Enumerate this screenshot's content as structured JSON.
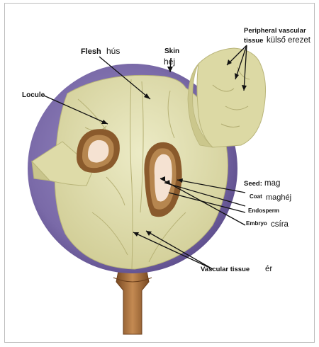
{
  "labels": {
    "flesh": "Flesh",
    "flesh_hu": "hús",
    "skin": "Skin",
    "skin_hu": "héj",
    "locule": "Locule",
    "peripheral_vascular_line1": "Peripheral vascular",
    "peripheral_vascular_line2": "tissue",
    "peripheral_vascular_hu": "külső erezet",
    "seed": "Seed:",
    "seed_hu": "mag",
    "coat": "Coat",
    "coat_hu": "maghéj",
    "endosperm": "Endosperm",
    "embryo": "Embryo",
    "embryo_hu": "csíra",
    "vascular_tissue": "Vascular tissue",
    "vascular_tissue_hu": "ér"
  },
  "colors": {
    "skin": "#7b6aa6",
    "flesh": "#d9d6a4",
    "seed_coat": "#8a5a2c",
    "endosperm": "#b6864f",
    "embryo": "#f5e2d2",
    "stem": "#a0683a"
  }
}
